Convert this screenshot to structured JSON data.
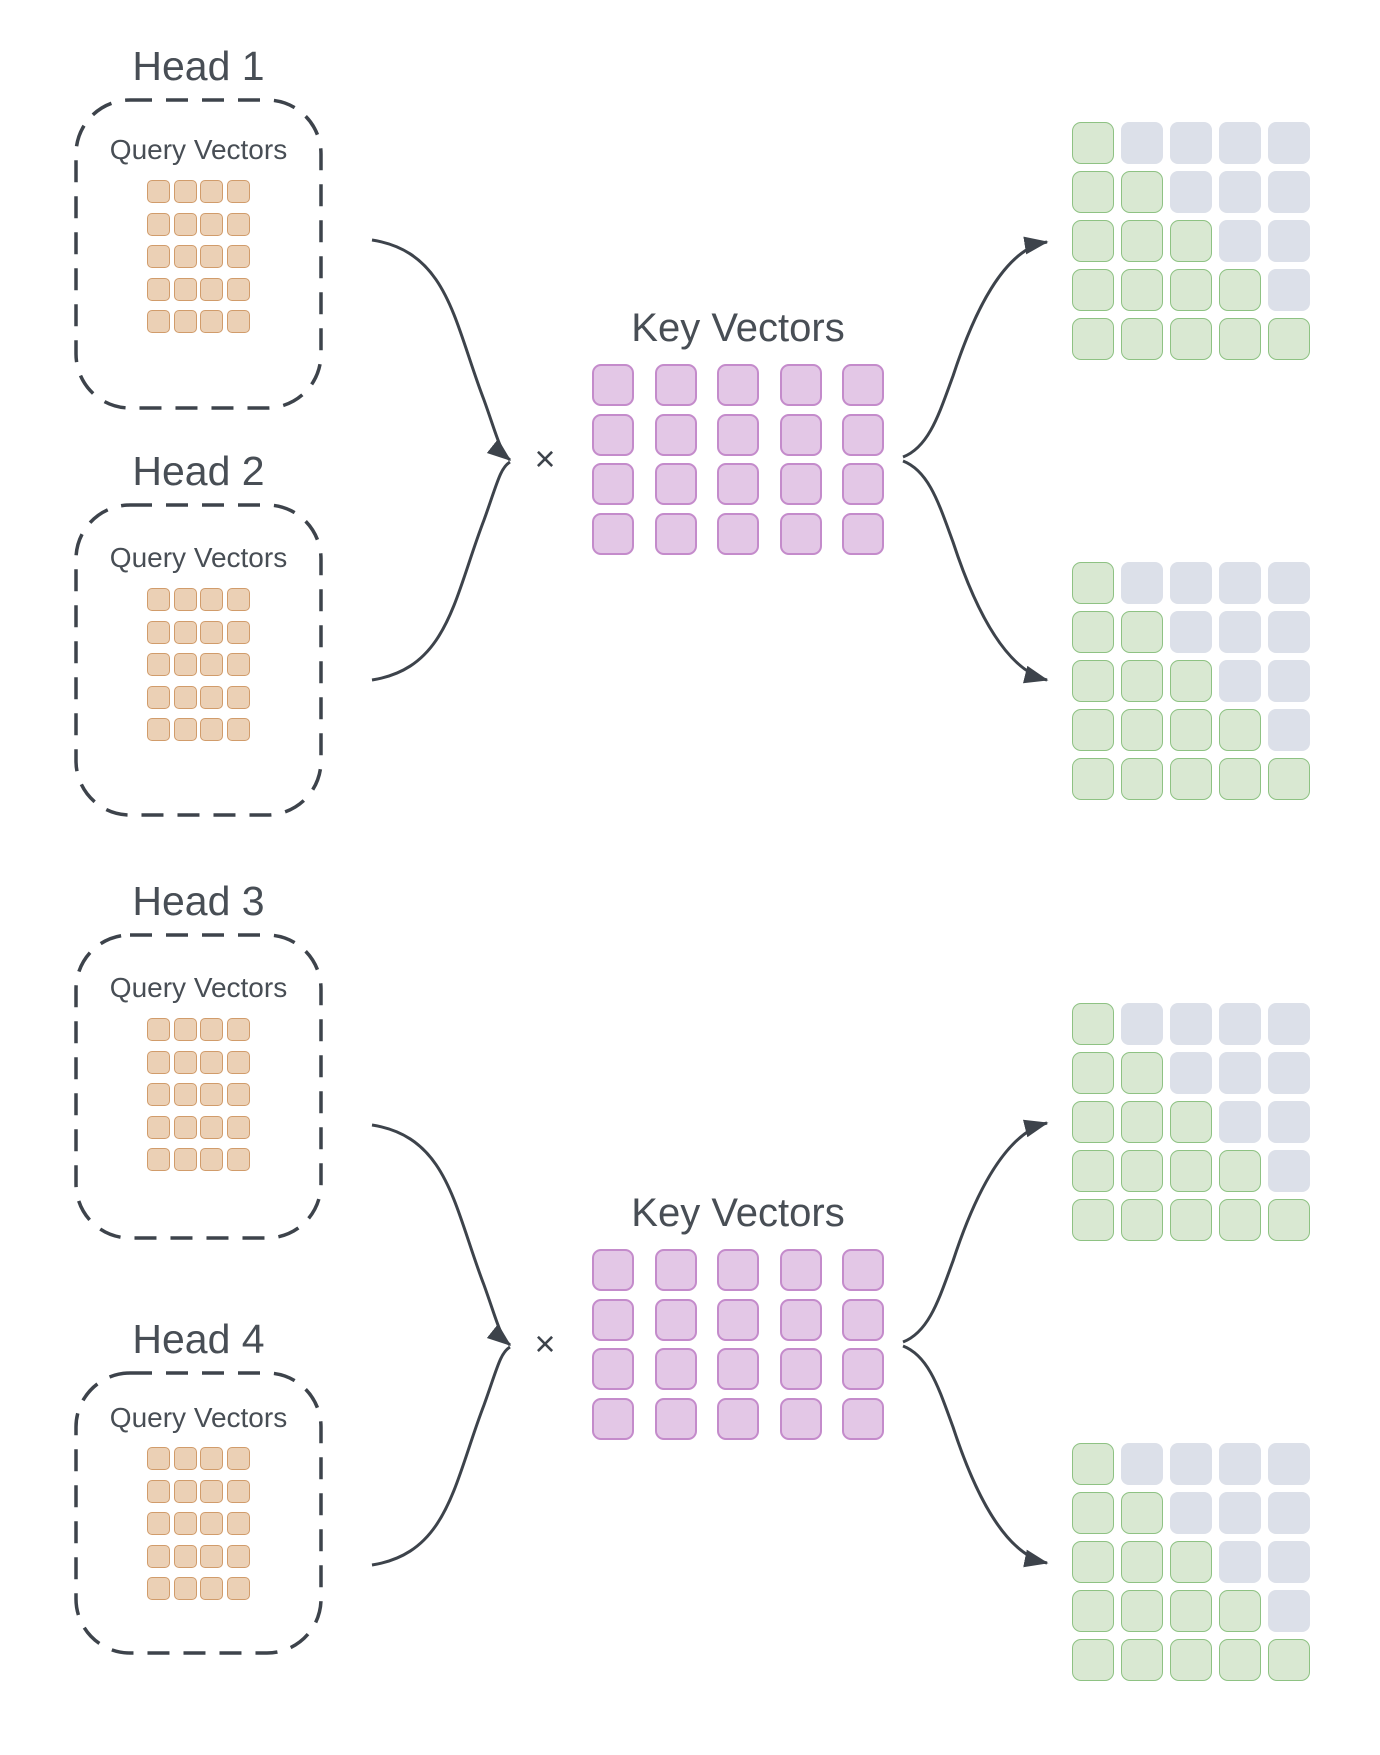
{
  "heads": [
    {
      "title": "Head 1",
      "grid_label": "Query Vectors",
      "grid": {
        "rows": 5,
        "cols": 4
      }
    },
    {
      "title": "Head 2",
      "grid_label": "Query Vectors",
      "grid": {
        "rows": 5,
        "cols": 4
      }
    },
    {
      "title": "Head 3",
      "grid_label": "Query Vectors",
      "grid": {
        "rows": 5,
        "cols": 4
      }
    },
    {
      "title": "Head 4",
      "grid_label": "Query Vectors",
      "grid": {
        "rows": 5,
        "cols": 4
      }
    }
  ],
  "key_groups": [
    {
      "label": "Key Vectors",
      "multiply_symbol": "×",
      "grid": {
        "rows": 4,
        "cols": 5
      }
    },
    {
      "label": "Key Vectors",
      "multiply_symbol": "×",
      "grid": {
        "rows": 4,
        "cols": 5
      }
    }
  ],
  "attention_outputs": [
    {
      "rows": 5,
      "cols": 5,
      "pattern": "lower-triangular",
      "green_per_row": [
        1,
        2,
        3,
        4,
        5
      ]
    },
    {
      "rows": 5,
      "cols": 5,
      "pattern": "lower-triangular",
      "green_per_row": [
        1,
        2,
        3,
        4,
        5
      ]
    },
    {
      "rows": 5,
      "cols": 5,
      "pattern": "lower-triangular",
      "green_per_row": [
        1,
        2,
        3,
        4,
        5
      ]
    },
    {
      "rows": 5,
      "cols": 5,
      "pattern": "lower-triangular",
      "green_per_row": [
        1,
        2,
        3,
        4,
        5
      ]
    }
  ],
  "colors": {
    "ink": "#3d434b",
    "text": "#484e55",
    "query_fill": "#ebd0b5",
    "query_border": "#d19c6b",
    "key_fill": "#e3c7e6",
    "key_border": "#c48bcb",
    "green_fill": "#d9e8d2",
    "green_border": "#8ec283",
    "gray_fill": "#dce0e9",
    "bg": "#ffffff"
  }
}
